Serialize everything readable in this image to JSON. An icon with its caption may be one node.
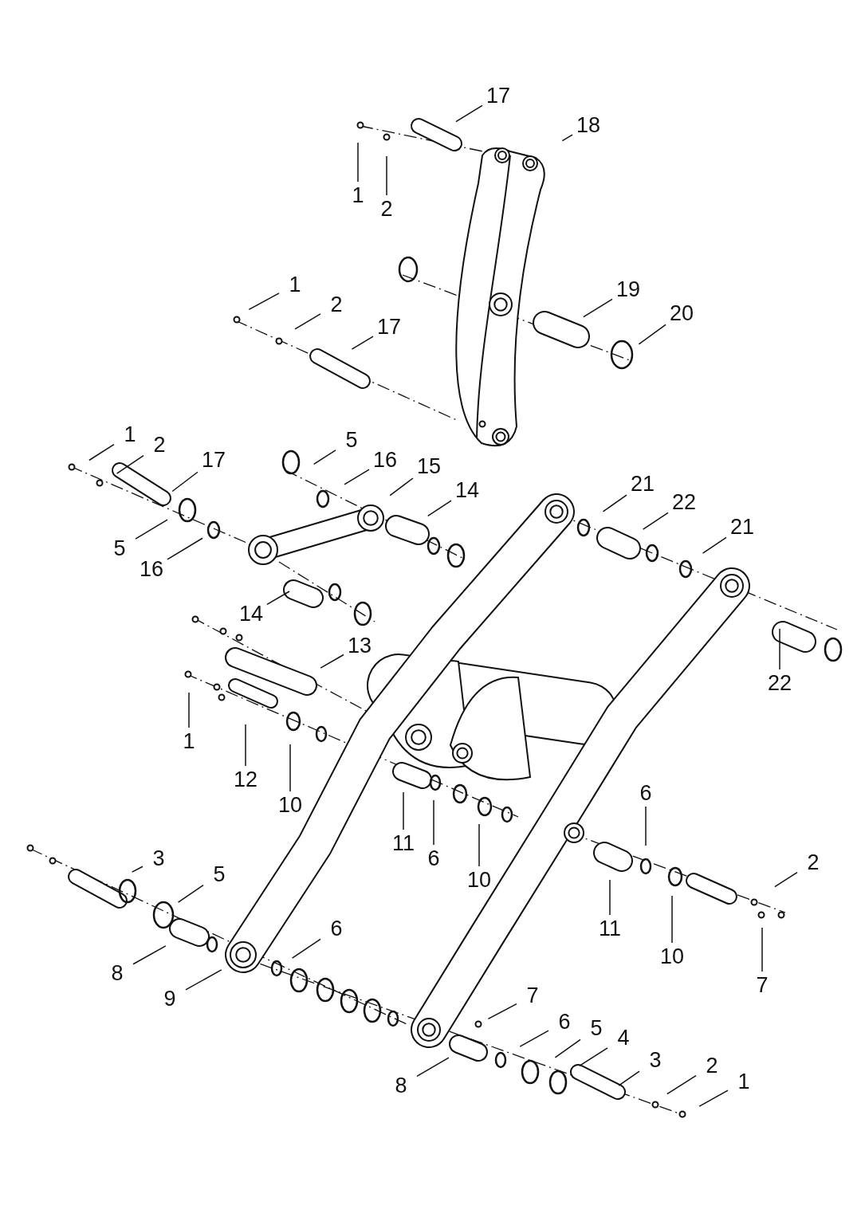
{
  "diagram": {
    "nodes": [
      {
        "text": [
          "17"
        ]
      },
      {
        "text": [
          "18"
        ]
      },
      {
        "text": [
          "1"
        ]
      },
      {
        "text": [
          "2"
        ]
      },
      {
        "text": [
          "1"
        ]
      },
      {
        "text": [
          "2"
        ]
      },
      {
        "text": [
          "17"
        ]
      },
      {
        "text": [
          "19"
        ]
      },
      {
        "text": [
          "20"
        ]
      },
      {
        "text": [
          "1"
        ]
      },
      {
        "text": [
          "2"
        ]
      },
      {
        "text": [
          "17"
        ]
      },
      {
        "text": [
          "5"
        ]
      },
      {
        "text": [
          "16"
        ]
      },
      {
        "text": [
          "15"
        ]
      },
      {
        "text": [
          "14"
        ]
      },
      {
        "text": [
          "21"
        ]
      },
      {
        "text": [
          "22"
        ]
      },
      {
        "text": [
          "21"
        ]
      },
      {
        "text": [
          "5"
        ]
      },
      {
        "text": [
          "16"
        ]
      },
      {
        "text": [
          "14"
        ]
      },
      {
        "text": [
          "13"
        ]
      },
      {
        "text": [
          "22"
        ]
      },
      {
        "text": [
          "1"
        ]
      },
      {
        "text": [
          "12"
        ]
      },
      {
        "text": [
          "10"
        ]
      },
      {
        "text": [
          "6"
        ]
      },
      {
        "text": [
          "11"
        ]
      },
      {
        "text": [
          "6"
        ]
      },
      {
        "text": [
          "3"
        ]
      },
      {
        "text": [
          "5"
        ]
      },
      {
        "text": [
          "2"
        ]
      },
      {
        "text": [
          "10"
        ]
      },
      {
        "text": [
          "11"
        ]
      },
      {
        "text": [
          "6"
        ]
      },
      {
        "text": [
          "8"
        ]
      },
      {
        "text": [
          "10"
        ]
      },
      {
        "text": [
          "9"
        ]
      },
      {
        "text": [
          "7"
        ]
      },
      {
        "text": [
          "7"
        ]
      },
      {
        "text": [
          "6"
        ]
      },
      {
        "text": [
          "5"
        ]
      },
      {
        "text": [
          "4"
        ]
      },
      {
        "text": [
          "3"
        ]
      },
      {
        "text": [
          "2"
        ]
      },
      {
        "text": [
          "1"
        ]
      },
      {
        "text": [
          "8"
        ]
      }
    ],
    "edges": [
      {
        "from": 0,
        "to": null,
        "arrow": "none"
      },
      {
        "from": 1,
        "to": null,
        "arrow": "none"
      },
      {
        "from": 2,
        "to": null,
        "arrow": "none"
      },
      {
        "from": 3,
        "to": null,
        "arrow": "none"
      },
      {
        "from": 4,
        "to": null,
        "arrow": "none"
      },
      {
        "from": 5,
        "to": null,
        "arrow": "none"
      },
      {
        "from": 6,
        "to": null,
        "arrow": "none"
      },
      {
        "from": 7,
        "to": null,
        "arrow": "none"
      },
      {
        "from": 8,
        "to": null,
        "arrow": "none"
      },
      {
        "from": 9,
        "to": null,
        "arrow": "none"
      },
      {
        "from": 10,
        "to": null,
        "arrow": "none"
      },
      {
        "from": 11,
        "to": null,
        "arrow": "none"
      },
      {
        "from": 12,
        "to": null,
        "arrow": "none"
      },
      {
        "from": 13,
        "to": null,
        "arrow": "none"
      },
      {
        "from": 14,
        "to": null,
        "arrow": "none"
      },
      {
        "from": 15,
        "to": null,
        "arrow": "none"
      },
      {
        "from": 16,
        "to": null,
        "arrow": "none"
      },
      {
        "from": 17,
        "to": null,
        "arrow": "none"
      },
      {
        "from": 18,
        "to": null,
        "arrow": "none"
      },
      {
        "from": 19,
        "to": null,
        "arrow": "none"
      },
      {
        "from": 20,
        "to": null,
        "arrow": "none"
      },
      {
        "from": 21,
        "to": null,
        "arrow": "none"
      },
      {
        "from": 22,
        "to": null,
        "arrow": "none"
      },
      {
        "from": 23,
        "to": null,
        "arrow": "none"
      },
      {
        "from": 24,
        "to": null,
        "arrow": "none"
      },
      {
        "from": 25,
        "to": null,
        "arrow": "none"
      },
      {
        "from": 26,
        "to": null,
        "arrow": "none"
      },
      {
        "from": 27,
        "to": null,
        "arrow": "none"
      },
      {
        "from": 28,
        "to": null,
        "arrow": "none"
      },
      {
        "from": 29,
        "to": null,
        "arrow": "none"
      },
      {
        "from": 30,
        "to": null,
        "arrow": "none"
      },
      {
        "from": 31,
        "to": null,
        "arrow": "none"
      },
      {
        "from": 32,
        "to": null,
        "arrow": "none"
      },
      {
        "from": 33,
        "to": null,
        "arrow": "none"
      },
      {
        "from": 34,
        "to": null,
        "arrow": "none"
      },
      {
        "from": 35,
        "to": null,
        "arrow": "none"
      },
      {
        "from": 36,
        "to": null,
        "arrow": "none"
      },
      {
        "from": 37,
        "to": null,
        "arrow": "none"
      },
      {
        "from": 38,
        "to": null,
        "arrow": "none"
      },
      {
        "from": 39,
        "to": null,
        "arrow": "none"
      },
      {
        "from": 40,
        "to": null,
        "arrow": "none"
      },
      {
        "from": 41,
        "to": null,
        "arrow": "none"
      },
      {
        "from": 42,
        "to": null,
        "arrow": "none"
      },
      {
        "from": 43,
        "to": null,
        "arrow": "none"
      },
      {
        "from": 44,
        "to": null,
        "arrow": "none"
      },
      {
        "from": 45,
        "to": null,
        "arrow": "none"
      },
      {
        "from": 46,
        "to": null,
        "arrow": "none"
      },
      {
        "from": 47,
        "to": null,
        "arrow": "none"
      }
    ]
  }
}
